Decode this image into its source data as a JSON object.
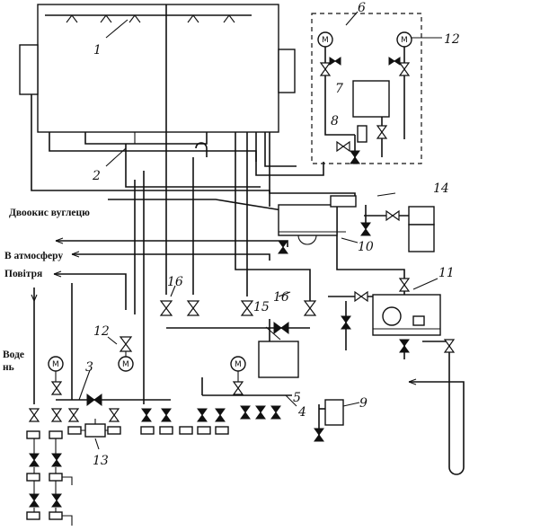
{
  "labels": {
    "co2": "Двоокис вуглецю",
    "atmosphere": "В атмосферу",
    "air": "Повітря",
    "water_line1": "Воде",
    "water_line2": "нь"
  },
  "motor_symbol": "M",
  "numbers": {
    "n1": "1",
    "n2": "2",
    "n3": "3",
    "n4": "4",
    "n5": "5",
    "n6": "6",
    "n7": "7",
    "n8": "8",
    "n9": "9",
    "n10": "10",
    "n11": "11",
    "n12a": "12",
    "n12b": "12",
    "n13": "13",
    "n14": "14",
    "n15": "15",
    "n16a": "16",
    "n16b": "16"
  }
}
